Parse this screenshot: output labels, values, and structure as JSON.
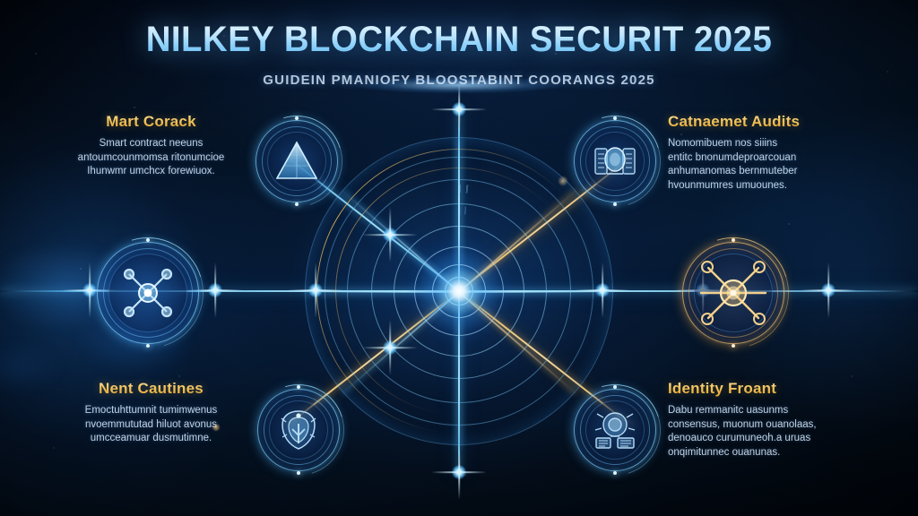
{
  "header": {
    "title": "NILKEY BLOCKCHAIN SECURIT 2025",
    "subtitle": "GUIDEIN PMANIOFY BLOOSTABINT COORANGS 2025",
    "title_color": "#bfe6ff",
    "accent_gold": "#f3c45c",
    "accent_cyan": "#6ecdff",
    "background_color": "#04101f"
  },
  "hub": {
    "label": "central-security-core",
    "core_color": "#ffffff",
    "ring_color": "#6ecdff",
    "gold_ring_color": "#ffc469",
    "ring_count": 7,
    "spoke_count": 8
  },
  "panels": [
    {
      "id": "smart-contract",
      "position": "top-left",
      "heading": "Mart Corack",
      "body": [
        "Smart contract neeuns",
        "antoumcounmomsa ritonumcioe",
        "Ihunwmr umchcx forewiuox."
      ],
      "icon": "pyramid-icon",
      "icon_tone": "cyan"
    },
    {
      "id": "contract-audits",
      "position": "top-right",
      "heading": "Catnaemet Audits",
      "body": [
        "Nomomibuem nos siiins",
        "entitc bnonumdeproarcouan",
        "anhumanomas bernmuteber",
        "hvounmumres umuounes."
      ],
      "icon": "audit-shield-icon",
      "icon_tone": "cyan"
    },
    {
      "id": "node-guidelines",
      "position": "bottom-left",
      "heading": "Nent Cautines",
      "body": [
        "Emoctuhttumnit tumimwenus",
        "nvoemmututad hiluot avonus",
        "umcceamuar dusmutimne."
      ],
      "icon": "emblem-shield-icon",
      "icon_tone": "cyan"
    },
    {
      "id": "identity-frontier",
      "position": "bottom-right",
      "heading": "Identity Froant",
      "body": [
        "Dabu remmanitc uasunms",
        "consensus, muonum ouanolaas,",
        "denoauco curumuneoh.a uruas",
        "onqimitunnec ouanunas."
      ],
      "icon": "identity-device-icon",
      "icon_tone": "cyan"
    }
  ],
  "side_nodes": [
    {
      "id": "left-network-node",
      "icon": "network-hub-icon",
      "tone": "cyan"
    },
    {
      "id": "right-atom-node",
      "icon": "atom-node-icon",
      "tone": "gold"
    }
  ]
}
